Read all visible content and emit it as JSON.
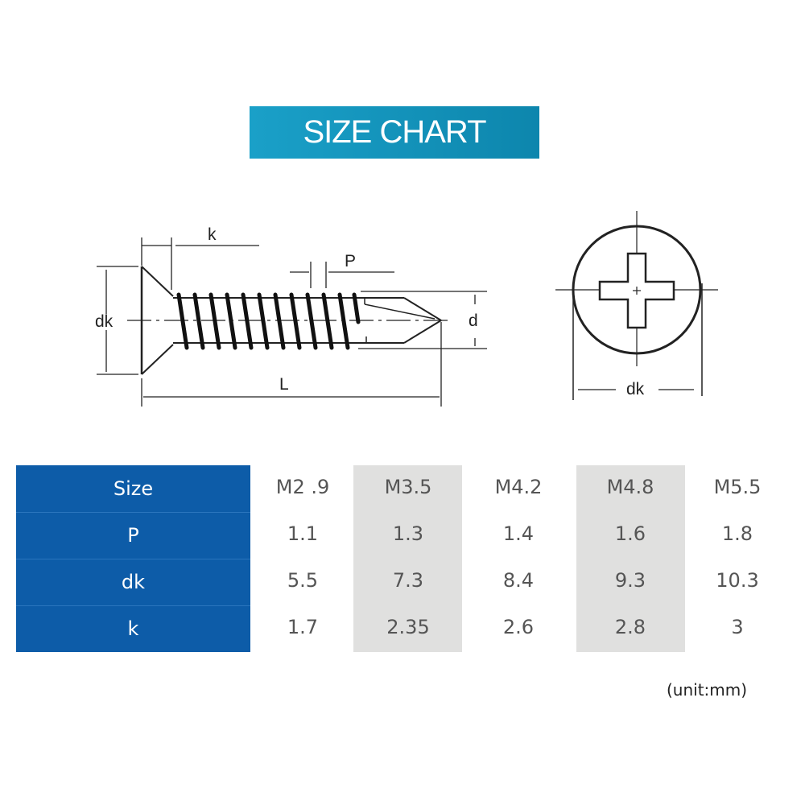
{
  "title": "SIZE CHART",
  "diagram": {
    "side_view_labels": {
      "k": "k",
      "P": "P",
      "dk": "dk",
      "d": "d",
      "L": "L"
    },
    "top_view_labels": {
      "dk": "dk"
    }
  },
  "table": {
    "header_column": [
      "Size",
      "P",
      "dk",
      "k"
    ],
    "columns": [
      {
        "size": "M2 .9",
        "P": "1.1",
        "dk": "5.5",
        "k": "1.7"
      },
      {
        "size": "M3.5",
        "P": "1.3",
        "dk": "7.3",
        "k": "2.35"
      },
      {
        "size": "M4.2",
        "P": "1.4",
        "dk": "8.4",
        "k": "2.6"
      },
      {
        "size": "M4.8",
        "P": "1.6",
        "dk": "9.3",
        "k": "2.8"
      },
      {
        "size": "M5.5",
        "P": "1.8",
        "dk": "10.3",
        "k": "3"
      }
    ]
  },
  "unit_note": "(unit:mm)",
  "colors": {
    "banner": "#1496bd",
    "header": "#0d5ca8",
    "shade": "#e0e0df"
  }
}
